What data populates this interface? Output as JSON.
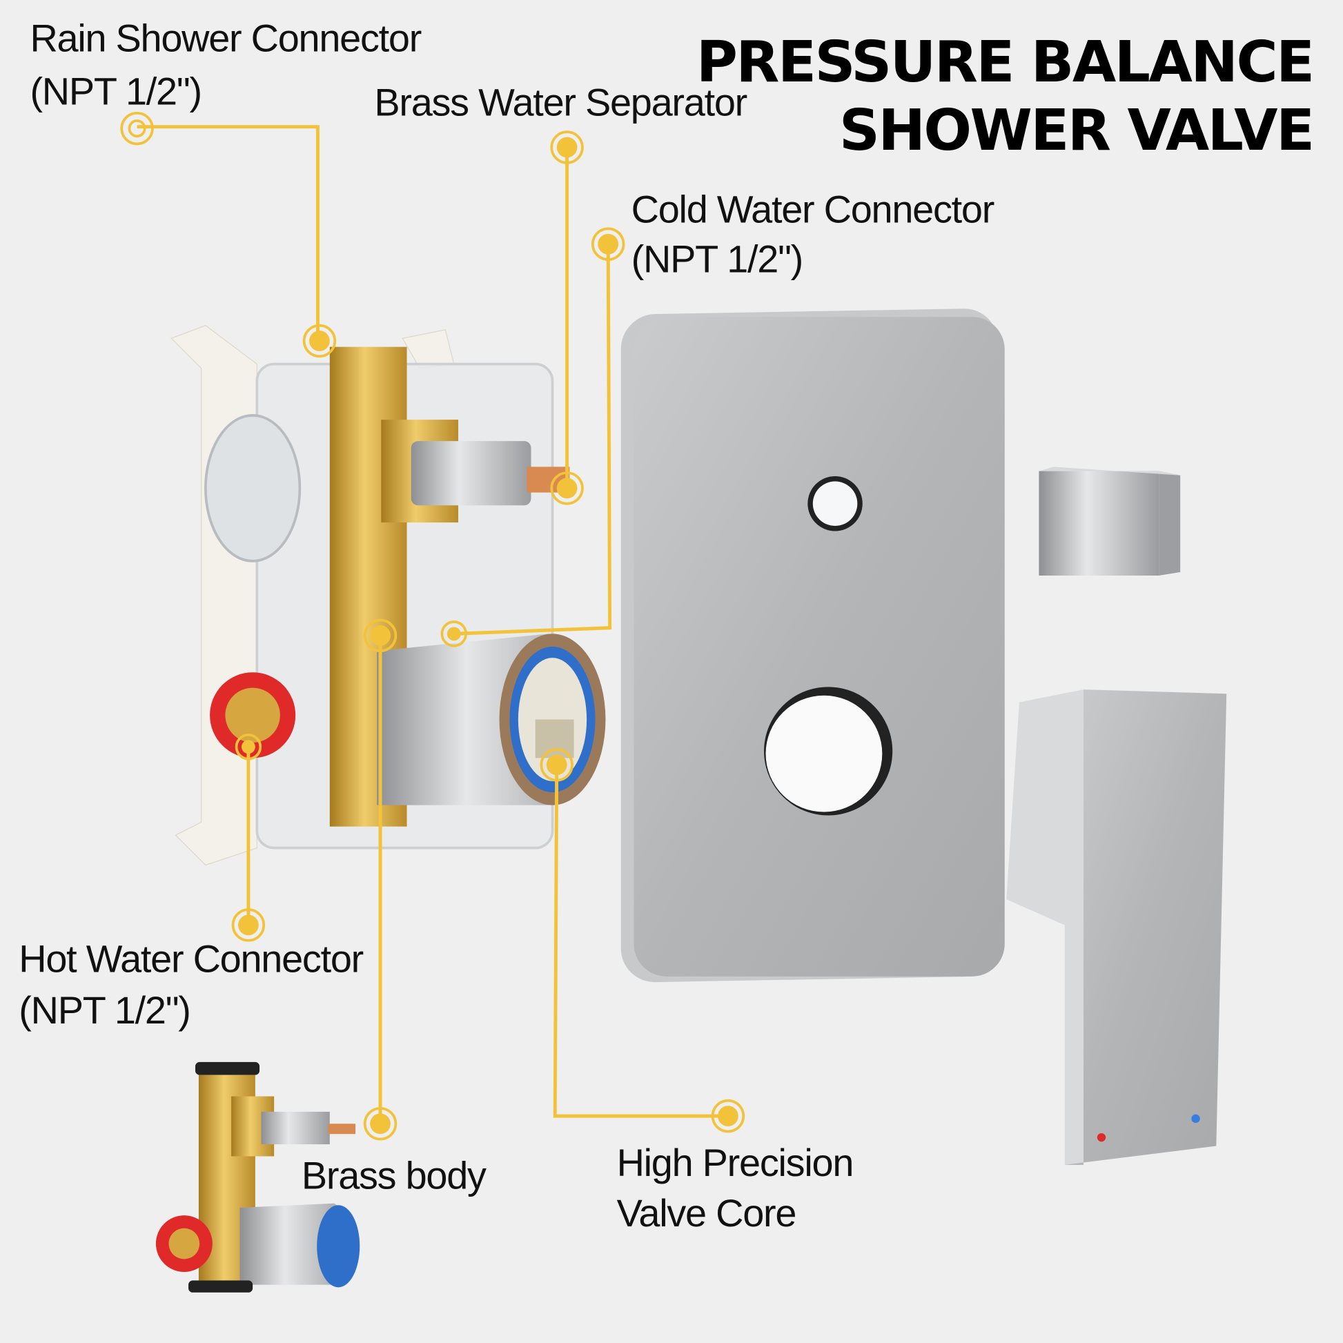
{
  "title": {
    "line1": "PRESSURE BALANCE",
    "line2": "SHOWER VALVE"
  },
  "callouts": {
    "rain_shower": {
      "name": "Rain Shower Connector",
      "spec": "(NPT 1/2\")"
    },
    "brass_separator": {
      "name": "Brass Water Separator"
    },
    "cold_water": {
      "name": "Cold Water Connector",
      "spec": "(NPT 1/2\")"
    },
    "hot_water": {
      "name": "Hot Water Connector",
      "spec": "(NPT 1/2\")"
    },
    "brass_body": {
      "name": "Brass body"
    },
    "valve_core": {
      "line1": "High Precision",
      "line2": "Valve Core"
    }
  },
  "colors": {
    "accent": "#f2c33a",
    "background": "#efefef",
    "brass": "#d4a53a",
    "chrome": "#b9bbbd",
    "hot": "#e02a2a",
    "cold": "#3a7de0"
  }
}
